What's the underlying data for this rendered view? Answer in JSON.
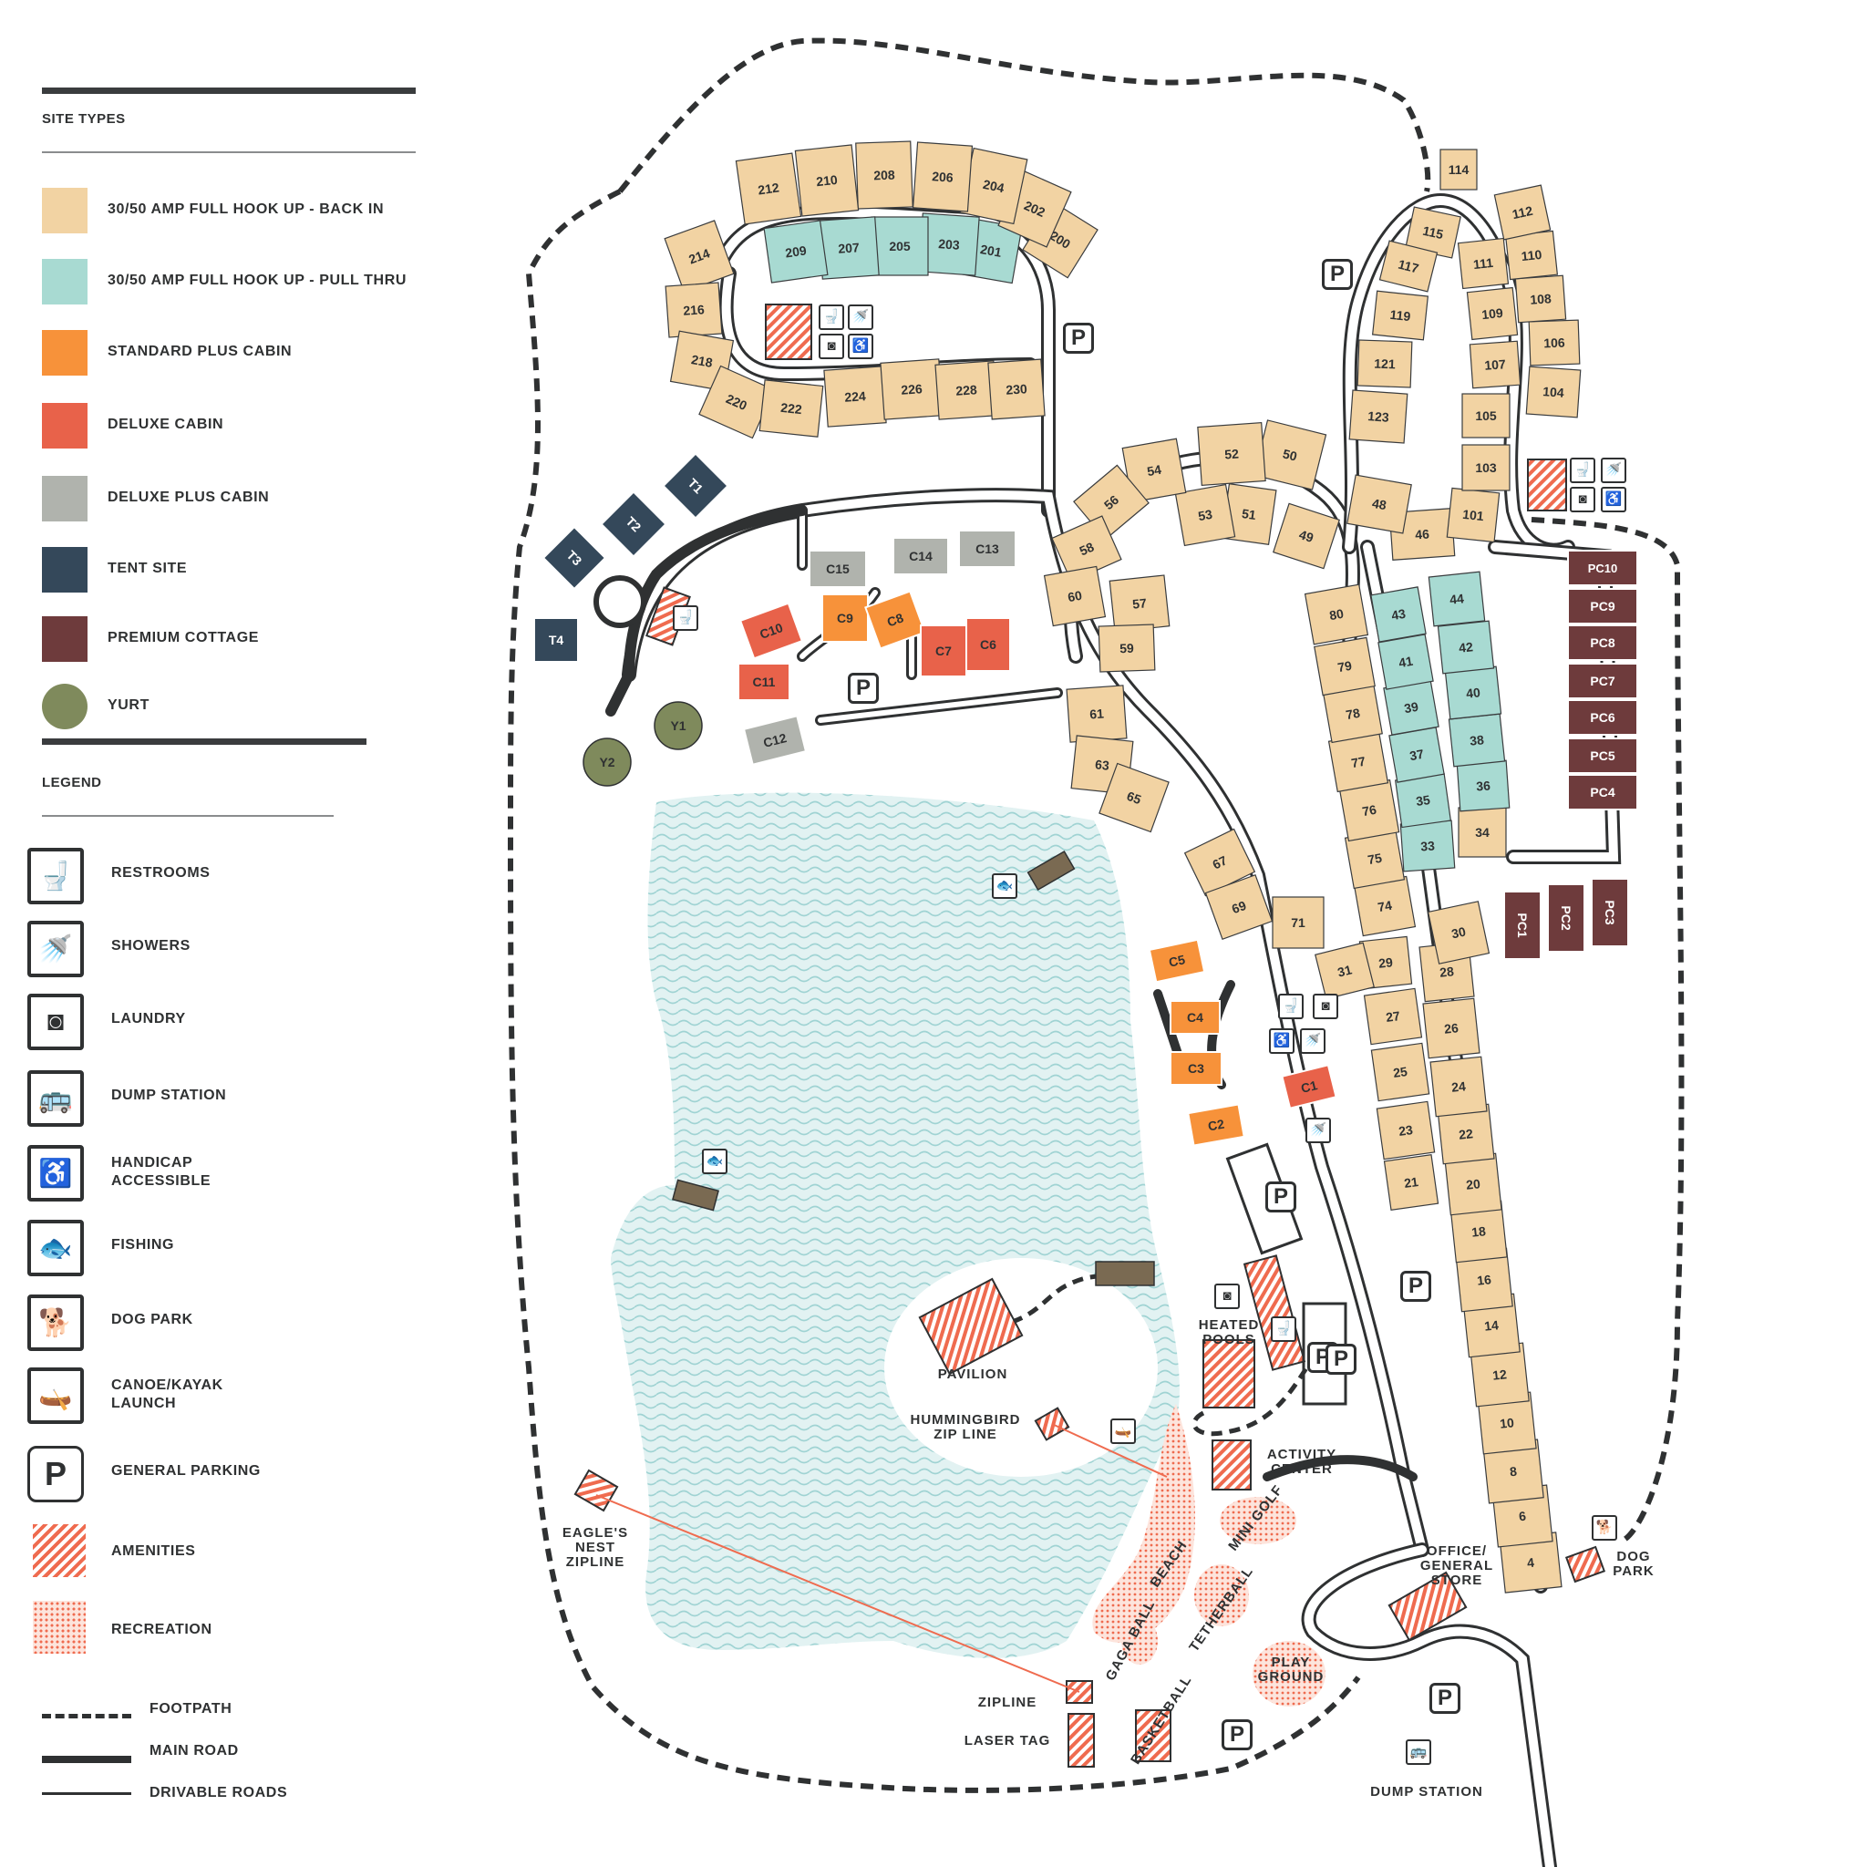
{
  "legend": {
    "site_types_title": "SITE TYPES",
    "site_types": [
      {
        "label": "30/50 AMP FULL HOOK UP - BACK IN",
        "color": "#f2d3a3"
      },
      {
        "label": "30/50 AMP FULL HOOK UP - PULL THRU",
        "color": "#a8dad2"
      },
      {
        "label": "STANDARD PLUS CABIN",
        "color": "#f7923a"
      },
      {
        "label": "DELUXE CABIN",
        "color": "#e8624a"
      },
      {
        "label": "DELUXE PLUS CABIN",
        "color": "#b0b3ad"
      },
      {
        "label": "TENT SITE",
        "color": "#34485a"
      },
      {
        "label": "PREMIUM COTTAGE",
        "color": "#6e3b3c"
      },
      {
        "label": "YURT",
        "color": "#7f8a5c"
      }
    ],
    "legend_title": "LEGEND",
    "items": [
      {
        "label": "RESTROOMS",
        "icon": "toilet-icon",
        "glyph": "🚽"
      },
      {
        "label": "SHOWERS",
        "icon": "shower-icon",
        "glyph": "🚿"
      },
      {
        "label": "LAUNDRY",
        "icon": "laundry-icon",
        "glyph": "◙"
      },
      {
        "label": "DUMP STATION",
        "icon": "dump-station-icon",
        "glyph": "🚌"
      },
      {
        "label": "HANDICAP ACCESSIBLE",
        "icon": "wheelchair-icon",
        "glyph": "♿"
      },
      {
        "label": "FISHING",
        "icon": "fish-icon",
        "glyph": "🐟"
      },
      {
        "label": "DOG PARK",
        "icon": "dog-icon",
        "glyph": "🐕"
      },
      {
        "label": "CANOE/KAYAK LAUNCH",
        "icon": "canoe-icon",
        "glyph": "🛶"
      },
      {
        "label": "GENERAL PARKING",
        "icon": "parking-icon",
        "glyph": "P"
      }
    ],
    "amenities_label": "AMENITIES",
    "recreation_label": "RECREATION",
    "footpath_label": "FOOTPATH",
    "main_road_label": "MAIN ROAD",
    "drivable_roads_label": "DRIVABLE ROADS"
  },
  "colors": {
    "back_in": "#f2d3a3",
    "pull_thru": "#a8dad2",
    "standard_plus_cabin": "#f7923a",
    "deluxe_cabin": "#e8624a",
    "deluxe_plus_cabin": "#b0b3ad",
    "tent_site": "#34485a",
    "premium_cottage": "#6e3b3c",
    "yurt": "#7f8a5c",
    "amenity": "#ef6b4f",
    "water": "#cfe9e9",
    "road": "#2f3132"
  },
  "sites": {
    "back_in": [
      "212",
      "210",
      "208",
      "206",
      "204",
      "202",
      "200",
      "214",
      "216",
      "218",
      "220",
      "222",
      "224",
      "226",
      "228",
      "230",
      "114",
      "112",
      "110",
      "108",
      "106",
      "104",
      "115",
      "117",
      "119",
      "121",
      "123",
      "111",
      "109",
      "107",
      "105",
      "103",
      "101",
      "48",
      "46",
      "54",
      "52",
      "50",
      "56",
      "53",
      "51",
      "49",
      "58",
      "57",
      "60",
      "59",
      "61",
      "63",
      "65",
      "67",
      "69",
      "71",
      "80",
      "79",
      "78",
      "77",
      "76",
      "75",
      "74",
      "34",
      "30",
      "31",
      "29",
      "28",
      "27",
      "26",
      "25",
      "24",
      "23",
      "22",
      "21",
      "20",
      "18",
      "16",
      "14",
      "12",
      "10",
      "8",
      "6",
      "4"
    ],
    "pull_thru": [
      "209",
      "207",
      "205",
      "203",
      "201",
      "43",
      "44",
      "41",
      "42",
      "39",
      "40",
      "37",
      "38",
      "35",
      "36",
      "33"
    ],
    "standard_plus_cabin": [
      "C9",
      "C8",
      "C5",
      "C4",
      "C3",
      "C2"
    ],
    "deluxe_cabin": [
      "C10",
      "C7",
      "C6",
      "C11",
      "C1"
    ],
    "deluxe_plus_cabin": [
      "C15",
      "C14",
      "C13",
      "C12"
    ],
    "tent_site": [
      "T1",
      "T2",
      "T3",
      "T4"
    ],
    "premium_cottage": [
      "PC10",
      "PC9",
      "PC8",
      "PC7",
      "PC6",
      "PC5",
      "PC4",
      "PC1",
      "PC2",
      "PC3"
    ],
    "yurt": [
      "Y1",
      "Y2"
    ]
  },
  "places": {
    "heated_pools": "HEATED POOLS",
    "pavilion": "PAVILION",
    "hummingbird_zipline": "HUMMINGBIRD ZIP LINE",
    "activity_center": "ACTIVITY CENTER",
    "eagles_nest": "EAGLE'S NEST ZIPLINE",
    "mini_golf": "MINI GOLF",
    "beach": "BEACH",
    "tetherball": "TETHERBALL",
    "gaga_ball": "GAGA BALL",
    "playground": "PLAY GROUND",
    "office": "OFFICE/ GENERAL STORE",
    "dog_park": "DOG PARK",
    "zipline": "ZIPLINE",
    "laser_tag": "LASER TAG",
    "basketball": "BASKETBALL",
    "dump_station": "DUMP STATION",
    "parking": "P"
  }
}
